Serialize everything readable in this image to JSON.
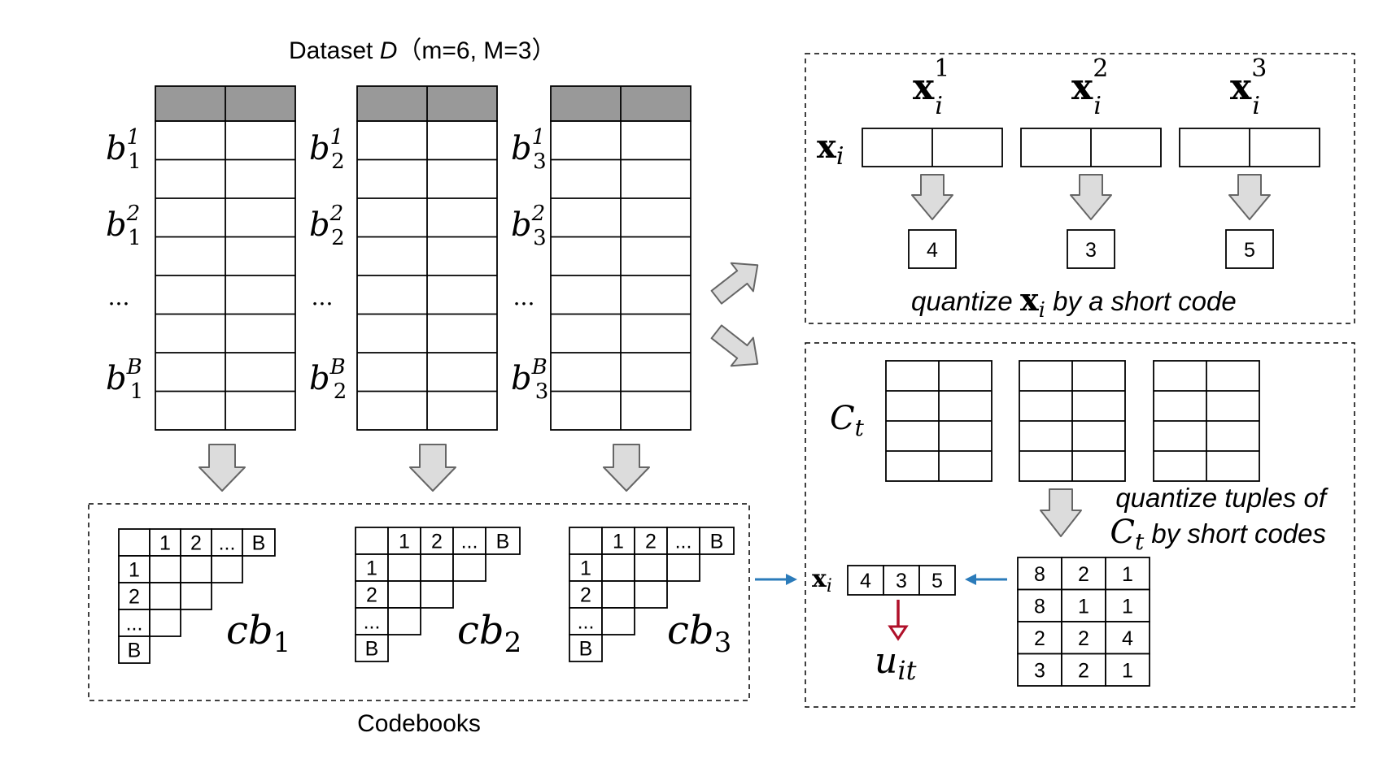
{
  "dataset_title": {
    "prefix": "Dataset ",
    "var": "D",
    "params": "（m=6, M=3）"
  },
  "block_labels": [
    {
      "block": "1",
      "rows": [
        {
          "base": "b",
          "sup": "1"
        },
        {
          "base": "b",
          "sup": "2"
        },
        {
          "dots": "..."
        },
        {
          "base": "b",
          "sup": "B"
        }
      ]
    },
    {
      "block": "2",
      "rows": [
        {
          "base": "b",
          "sup": "1"
        },
        {
          "base": "b",
          "sup": "2"
        },
        {
          "dots": "..."
        },
        {
          "base": "b",
          "sup": "B"
        }
      ]
    },
    {
      "block": "3",
      "rows": [
        {
          "base": "b",
          "sup": "1"
        },
        {
          "base": "b",
          "sup": "2"
        },
        {
          "dots": "..."
        },
        {
          "base": "b",
          "sup": "B"
        }
      ]
    }
  ],
  "codebooks": {
    "caption": "Codebooks",
    "header": [
      "1",
      "2",
      "...",
      "B"
    ],
    "rows": [
      "1",
      "2",
      "...",
      "B"
    ],
    "names": [
      {
        "base": "cb",
        "sub": "1"
      },
      {
        "base": "cb",
        "sub": "2"
      },
      {
        "base": "cb",
        "sub": "3"
      }
    ]
  },
  "quantize_panel": {
    "vector_label": {
      "base": "x",
      "sub": "i"
    },
    "subvectors": [
      {
        "base": "x",
        "sub": "i",
        "sup": "1"
      },
      {
        "base": "x",
        "sub": "i",
        "sup": "2"
      },
      {
        "base": "x",
        "sub": "i",
        "sup": "3"
      }
    ],
    "codes": [
      "4",
      "3",
      "5"
    ],
    "caption": {
      "pre": "quantize ",
      "var": "x",
      "sub": "i",
      "post": " by a short code"
    }
  },
  "tuples_panel": {
    "ct_label": {
      "base": "C",
      "sub": "t"
    },
    "caption_line1": "quantize tuples of",
    "caption_line2": {
      "var": "C",
      "sub": "t",
      "post": " by short codes"
    },
    "code_table": [
      [
        "8",
        "2",
        "1"
      ],
      [
        "8",
        "1",
        "1"
      ],
      [
        "2",
        "2",
        "4"
      ],
      [
        "3",
        "2",
        "1"
      ]
    ],
    "xi_label": {
      "base": "x",
      "sub": "i"
    },
    "xi_codes": [
      "4",
      "3",
      "5"
    ],
    "u_label": {
      "base": "u",
      "sub": "it"
    }
  },
  "colors": {
    "header_fill": "#999999",
    "blue_arrow": "#2b7bba",
    "red_arrow": "#b0102a",
    "gray_arrow": "#dcdcdc"
  }
}
